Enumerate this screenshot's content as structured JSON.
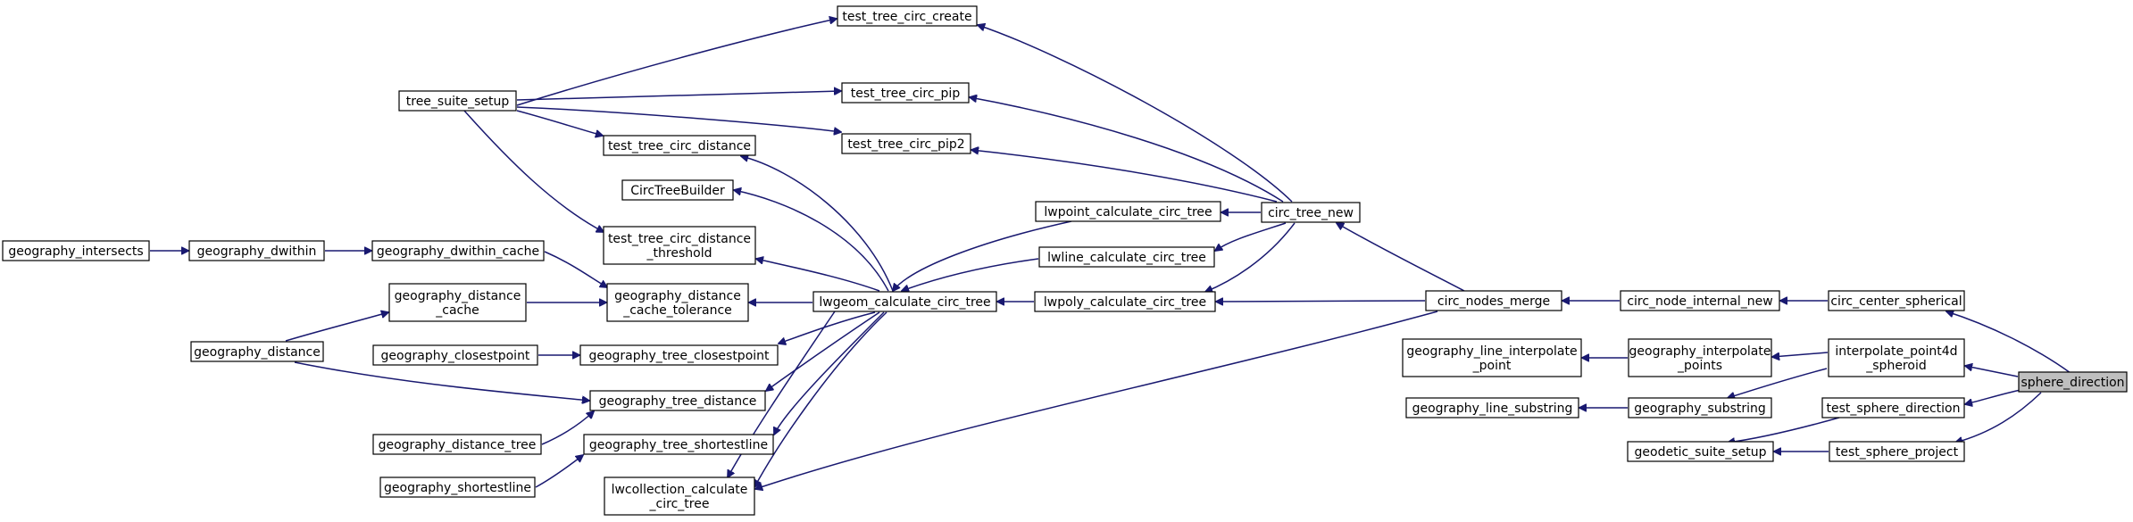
{
  "graph": {
    "style": {
      "edge_color": "#191970",
      "node_fill": "#ffffff",
      "target_fill": "#bfbfbf",
      "border": "#000000"
    },
    "nodes": [
      {
        "id": "sphere_direction",
        "lines": [
          "sphere_direction"
        ],
        "target": true
      },
      {
        "id": "circ_center_spherical",
        "lines": [
          "circ_center_spherical"
        ]
      },
      {
        "id": "interpolate_point4d_spheroid",
        "lines": [
          "interpolate_point4d",
          "_spheroid"
        ]
      },
      {
        "id": "test_sphere_direction",
        "lines": [
          "test_sphere_direction"
        ]
      },
      {
        "id": "test_sphere_project",
        "lines": [
          "test_sphere_project"
        ]
      },
      {
        "id": "circ_node_internal_new",
        "lines": [
          "circ_node_internal_new"
        ]
      },
      {
        "id": "geography_interpolate_points",
        "lines": [
          "geography_interpolate",
          "_points"
        ]
      },
      {
        "id": "geography_substring",
        "lines": [
          "geography_substring"
        ]
      },
      {
        "id": "geodetic_suite_setup",
        "lines": [
          "geodetic_suite_setup"
        ]
      },
      {
        "id": "circ_nodes_merge",
        "lines": [
          "circ_nodes_merge"
        ]
      },
      {
        "id": "geography_line_interpolate_point",
        "lines": [
          "geography_line_interpolate",
          "_point"
        ]
      },
      {
        "id": "geography_line_substring",
        "lines": [
          "geography_line_substring"
        ]
      },
      {
        "id": "circ_tree_new",
        "lines": [
          "circ_tree_new"
        ]
      },
      {
        "id": "lwpoly_calculate_circ_tree",
        "lines": [
          "lwpoly_calculate_circ_tree"
        ]
      },
      {
        "id": "lwcollection_calculate_circ_tree",
        "lines": [
          "lwcollection_calculate",
          "_circ_tree"
        ]
      },
      {
        "id": "test_tree_circ_create",
        "lines": [
          "test_tree_circ_create"
        ]
      },
      {
        "id": "test_tree_circ_pip",
        "lines": [
          "test_tree_circ_pip"
        ]
      },
      {
        "id": "test_tree_circ_pip2",
        "lines": [
          "test_tree_circ_pip2"
        ]
      },
      {
        "id": "lwpoint_calculate_circ_tree",
        "lines": [
          "lwpoint_calculate_circ_tree"
        ]
      },
      {
        "id": "lwline_calculate_circ_tree",
        "lines": [
          "lwline_calculate_circ_tree"
        ]
      },
      {
        "id": "lwgeom_calculate_circ_tree",
        "lines": [
          "lwgeom_calculate_circ_tree"
        ]
      },
      {
        "id": "tree_suite_setup",
        "lines": [
          "tree_suite_setup"
        ]
      },
      {
        "id": "test_tree_circ_distance",
        "lines": [
          "test_tree_circ_distance"
        ]
      },
      {
        "id": "CircTreeBuilder",
        "lines": [
          "CircTreeBuilder"
        ]
      },
      {
        "id": "test_tree_circ_distance_threshold",
        "lines": [
          "test_tree_circ_distance",
          "_threshold"
        ]
      },
      {
        "id": "geography_distance_cache_tolerance",
        "lines": [
          "geography_distance",
          "_cache_tolerance"
        ]
      },
      {
        "id": "geography_tree_closestpoint",
        "lines": [
          "geography_tree_closestpoint"
        ]
      },
      {
        "id": "geography_tree_distance",
        "lines": [
          "geography_tree_distance"
        ]
      },
      {
        "id": "geography_tree_shortestline",
        "lines": [
          "geography_tree_shortestline"
        ]
      },
      {
        "id": "geography_dwithin_cache",
        "lines": [
          "geography_dwithin_cache"
        ]
      },
      {
        "id": "geography_distance_cache",
        "lines": [
          "geography_distance",
          "_cache"
        ]
      },
      {
        "id": "geography_closestpoint",
        "lines": [
          "geography_closestpoint"
        ]
      },
      {
        "id": "geography_distance_tree",
        "lines": [
          "geography_distance_tree"
        ]
      },
      {
        "id": "geography_shortestline",
        "lines": [
          "geography_shortestline"
        ]
      },
      {
        "id": "geography_dwithin",
        "lines": [
          "geography_dwithin"
        ]
      },
      {
        "id": "geography_distance",
        "lines": [
          "geography_distance"
        ]
      },
      {
        "id": "geography_intersects",
        "lines": [
          "geography_intersects"
        ]
      }
    ]
  }
}
